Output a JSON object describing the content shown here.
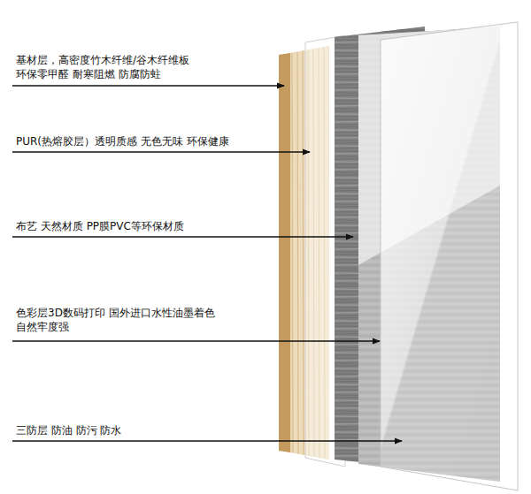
{
  "diagram": {
    "labels": [
      "基材层，高密度竹木纤维/谷木纤维板 环保零甲醛 耐寒阻燃 防腐防蛀",
      "PUR(热熔胶层）透明质感 无色无味 环保健康",
      "布艺 天然材质 PP膜PVC等环保材质",
      "色彩层3D数码打印 国外进口水性油墨着色 自然牢度强",
      "三防层 防油 防污 防水"
    ]
  }
}
